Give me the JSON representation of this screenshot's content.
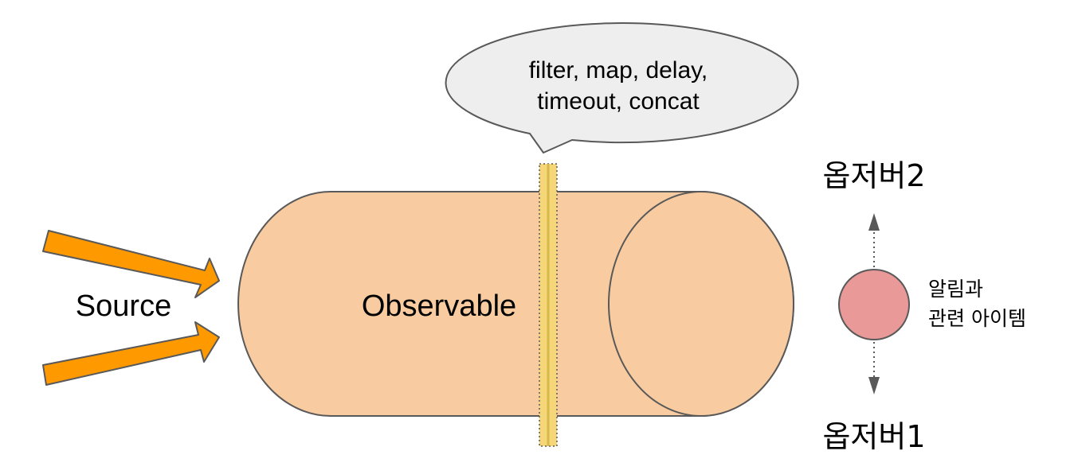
{
  "source_label": "Source",
  "observable_label": "Observable",
  "operators_bubble": {
    "line1": "filter, map, delay,",
    "line2": "timeout, concat"
  },
  "observer_top_label": "옵저버2",
  "observer_bottom_label": "옵저버1",
  "item_label": {
    "line1": "알림과",
    "line2": "관련 아이템"
  },
  "colors": {
    "cylinder_fill": "#f8cba0",
    "outline": "#595959",
    "source_arrow": "#ff9900",
    "filter_band": "#f5d77a",
    "bubble_fill": "#eeeeee",
    "item_dot": "#ea9999",
    "observer_arrow": "#595959"
  }
}
